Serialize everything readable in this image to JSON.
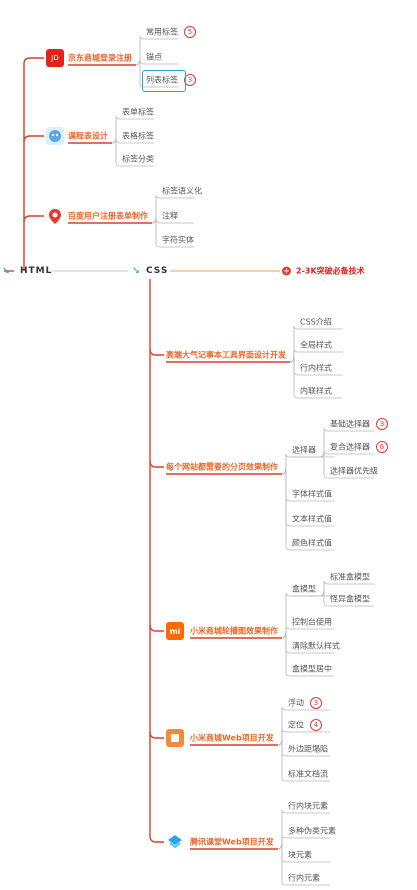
{
  "root": {
    "left": "HTML",
    "right": "CSS",
    "extra": "2-3K突破必备技术"
  },
  "html_topics": [
    {
      "title": "京东商城登录注册",
      "icon": "jd-logo-icon",
      "leaves": [
        {
          "text": "常用标签",
          "badge": "5"
        },
        {
          "text": "锚点"
        },
        {
          "text": "列表标签",
          "badge": "3",
          "selected": true
        }
      ]
    },
    {
      "title": "课程表设计",
      "icon": "mascot-icon",
      "leaves": [
        {
          "text": "表单标签"
        },
        {
          "text": "表格标签"
        },
        {
          "text": "标签分类"
        }
      ]
    },
    {
      "title": "百度用户注册表单制作",
      "icon": "map-pin-icon",
      "leaves": [
        {
          "text": "标签语义化"
        },
        {
          "text": "注释"
        },
        {
          "text": "字符实体"
        }
      ]
    }
  ],
  "css_topics": [
    {
      "title": "高端大气记事本工具界面设计开发",
      "leaves": [
        {
          "text": "CSS介绍"
        },
        {
          "text": "全局样式"
        },
        {
          "text": "行内样式"
        },
        {
          "text": "内联样式"
        }
      ]
    },
    {
      "title": "每个网站都需要的分页效果制作",
      "leaves": [
        {
          "text": "选择器",
          "children": [
            {
              "text": "基础选择器",
              "badge": "3"
            },
            {
              "text": "复合选择器",
              "badge": "6"
            },
            {
              "text": "选择器优先级"
            }
          ]
        },
        {
          "text": "字体样式值"
        },
        {
          "text": "文本样式值"
        },
        {
          "text": "颜色样式值"
        }
      ]
    },
    {
      "title": "小米商城轮播图效果制作",
      "icon": "mi-logo-icon",
      "leaves": [
        {
          "text": "盒模型",
          "children": [
            {
              "text": "标准盒模型"
            },
            {
              "text": "怪异盒模型"
            }
          ]
        },
        {
          "text": "控制台使用"
        },
        {
          "text": "清除默认样式"
        },
        {
          "text": "盒模型居中"
        }
      ]
    },
    {
      "title": "小米商城Web项目开发",
      "icon": "mi-app-icon",
      "leaves": [
        {
          "text": "浮动",
          "badge": "3"
        },
        {
          "text": "定位",
          "badge": "4"
        },
        {
          "text": "外边距塌陷"
        },
        {
          "text": "标准文档流"
        }
      ]
    },
    {
      "title": "腾讯课堂Web项目开发",
      "icon": "tencent-class-icon",
      "leaves": [
        {
          "text": "行内块元素"
        },
        {
          "text": "多种伪类元素"
        },
        {
          "text": "块元素"
        },
        {
          "text": "行内元素"
        }
      ]
    }
  ],
  "colors": {
    "branch": "#d9412a",
    "topic": "#e8682a",
    "badge": "#e53935",
    "selection": "#2ba3d8",
    "hot": "#e02020"
  }
}
